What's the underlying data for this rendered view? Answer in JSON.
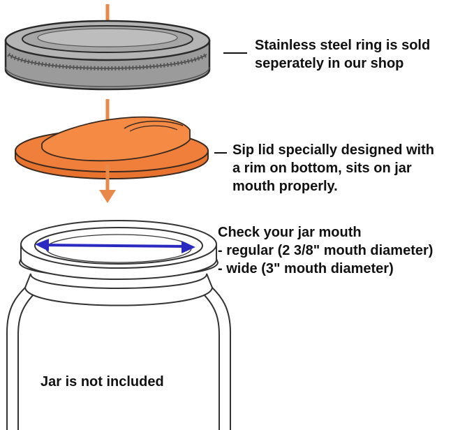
{
  "labels": {
    "ring": {
      "line1": "Stainless steel ring is sold",
      "line2": "seperately in our shop"
    },
    "lid": {
      "line1": "Sip lid specially designed with",
      "line2": "a rim on bottom, sits on jar",
      "line3": "mouth properly."
    },
    "mouth": {
      "line1": "Check your jar mouth",
      "line2": "- regular (2 3/8\" mouth diameter)",
      "line3": "- wide (3\" mouth diameter)"
    },
    "jar_note": "Jar is not included"
  },
  "colors": {
    "arrow": "#e8894a",
    "ring_fill": "#9b9b9b",
    "ring_top": "#b4b4b4",
    "ring_outline": "#2a2a2a",
    "lid_fill": "#f07f3b",
    "lid_outline": "#3a2a20",
    "jar_outline": "#333333",
    "measure_arrow": "#2a2ac0"
  },
  "icons": {
    "ring": "threaded-metal-ring",
    "lid": "orange-sip-lid",
    "jar": "mason-jar-outline",
    "measure": "double-headed-arrow"
  }
}
